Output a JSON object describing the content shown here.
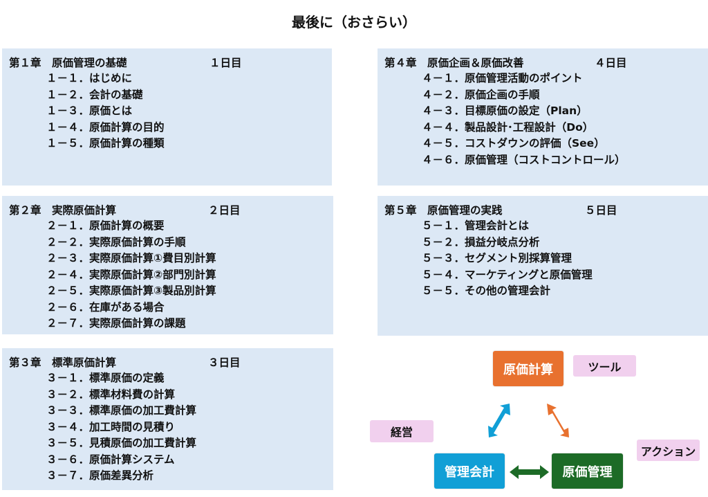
{
  "title": "最後に（おさらい）",
  "chapters": [
    {
      "heading": "第１章　原価管理の基礎",
      "day": "１日目",
      "items": [
        "１－１．はじめに",
        "１－２．会計の基礎",
        "１－３．原価とは",
        "１－４．原価計算の目的",
        "１－５．原価計算の種類"
      ]
    },
    {
      "heading": "第２章　実際原価計算",
      "day": "２日目",
      "items": [
        "２－１．原価計算の概要",
        "２－２．実際原価計算の手順",
        "２－３．実際原価計算①費目別計算",
        "２－４．実際原価計算②部門別計算",
        "２－５．実際原価計算③製品別計算",
        "２－６．在庫がある場合",
        "２－７．実際原価計算の課題"
      ]
    },
    {
      "heading": "第３章　標準原価計算",
      "day": "３日目",
      "items": [
        "３－１．標準原価の定義",
        "３－２．標準材料費の計算",
        "３－３．標準原価の加工費計算",
        "３－４．加工時間の見積り",
        "３－５．見積原価の加工費計算",
        "３－６．原価計算システム",
        "３－７．原価差異分析"
      ]
    },
    {
      "heading": "第４章　原価企画＆原価改善",
      "day": "４日目",
      "items": [
        "４－１．原価管理活動のポイント",
        "４－２．原価企画の手順",
        "４－３．目標原価の設定（Plan）",
        "４－４．製品設計･工程設計（Do）",
        "４－５．コストダウンの評価（See）",
        "４－６．原価管理（コストコントロール）"
      ]
    },
    {
      "heading": "第５章　原価管理の実践",
      "day": "５日目",
      "items": [
        "５－１．管理会計とは",
        "５－２．損益分岐点分析",
        "５－３．セグメント別採算管理",
        "５－４．マーケティングと原価管理",
        "５－５．その他の管理会計"
      ]
    }
  ],
  "diagram": {
    "nodes": {
      "cost_accounting": "原価計算",
      "management_accounting": "管理会計",
      "cost_management": "原価管理"
    },
    "tags": {
      "tool": "ツール",
      "management": "経営",
      "action": "アクション"
    },
    "colors": {
      "cost_accounting": "#e8712f",
      "management_accounting": "#119fd6",
      "cost_management": "#1d6b27",
      "tag": "#f1d0ee",
      "box": "#dce8f5"
    }
  }
}
